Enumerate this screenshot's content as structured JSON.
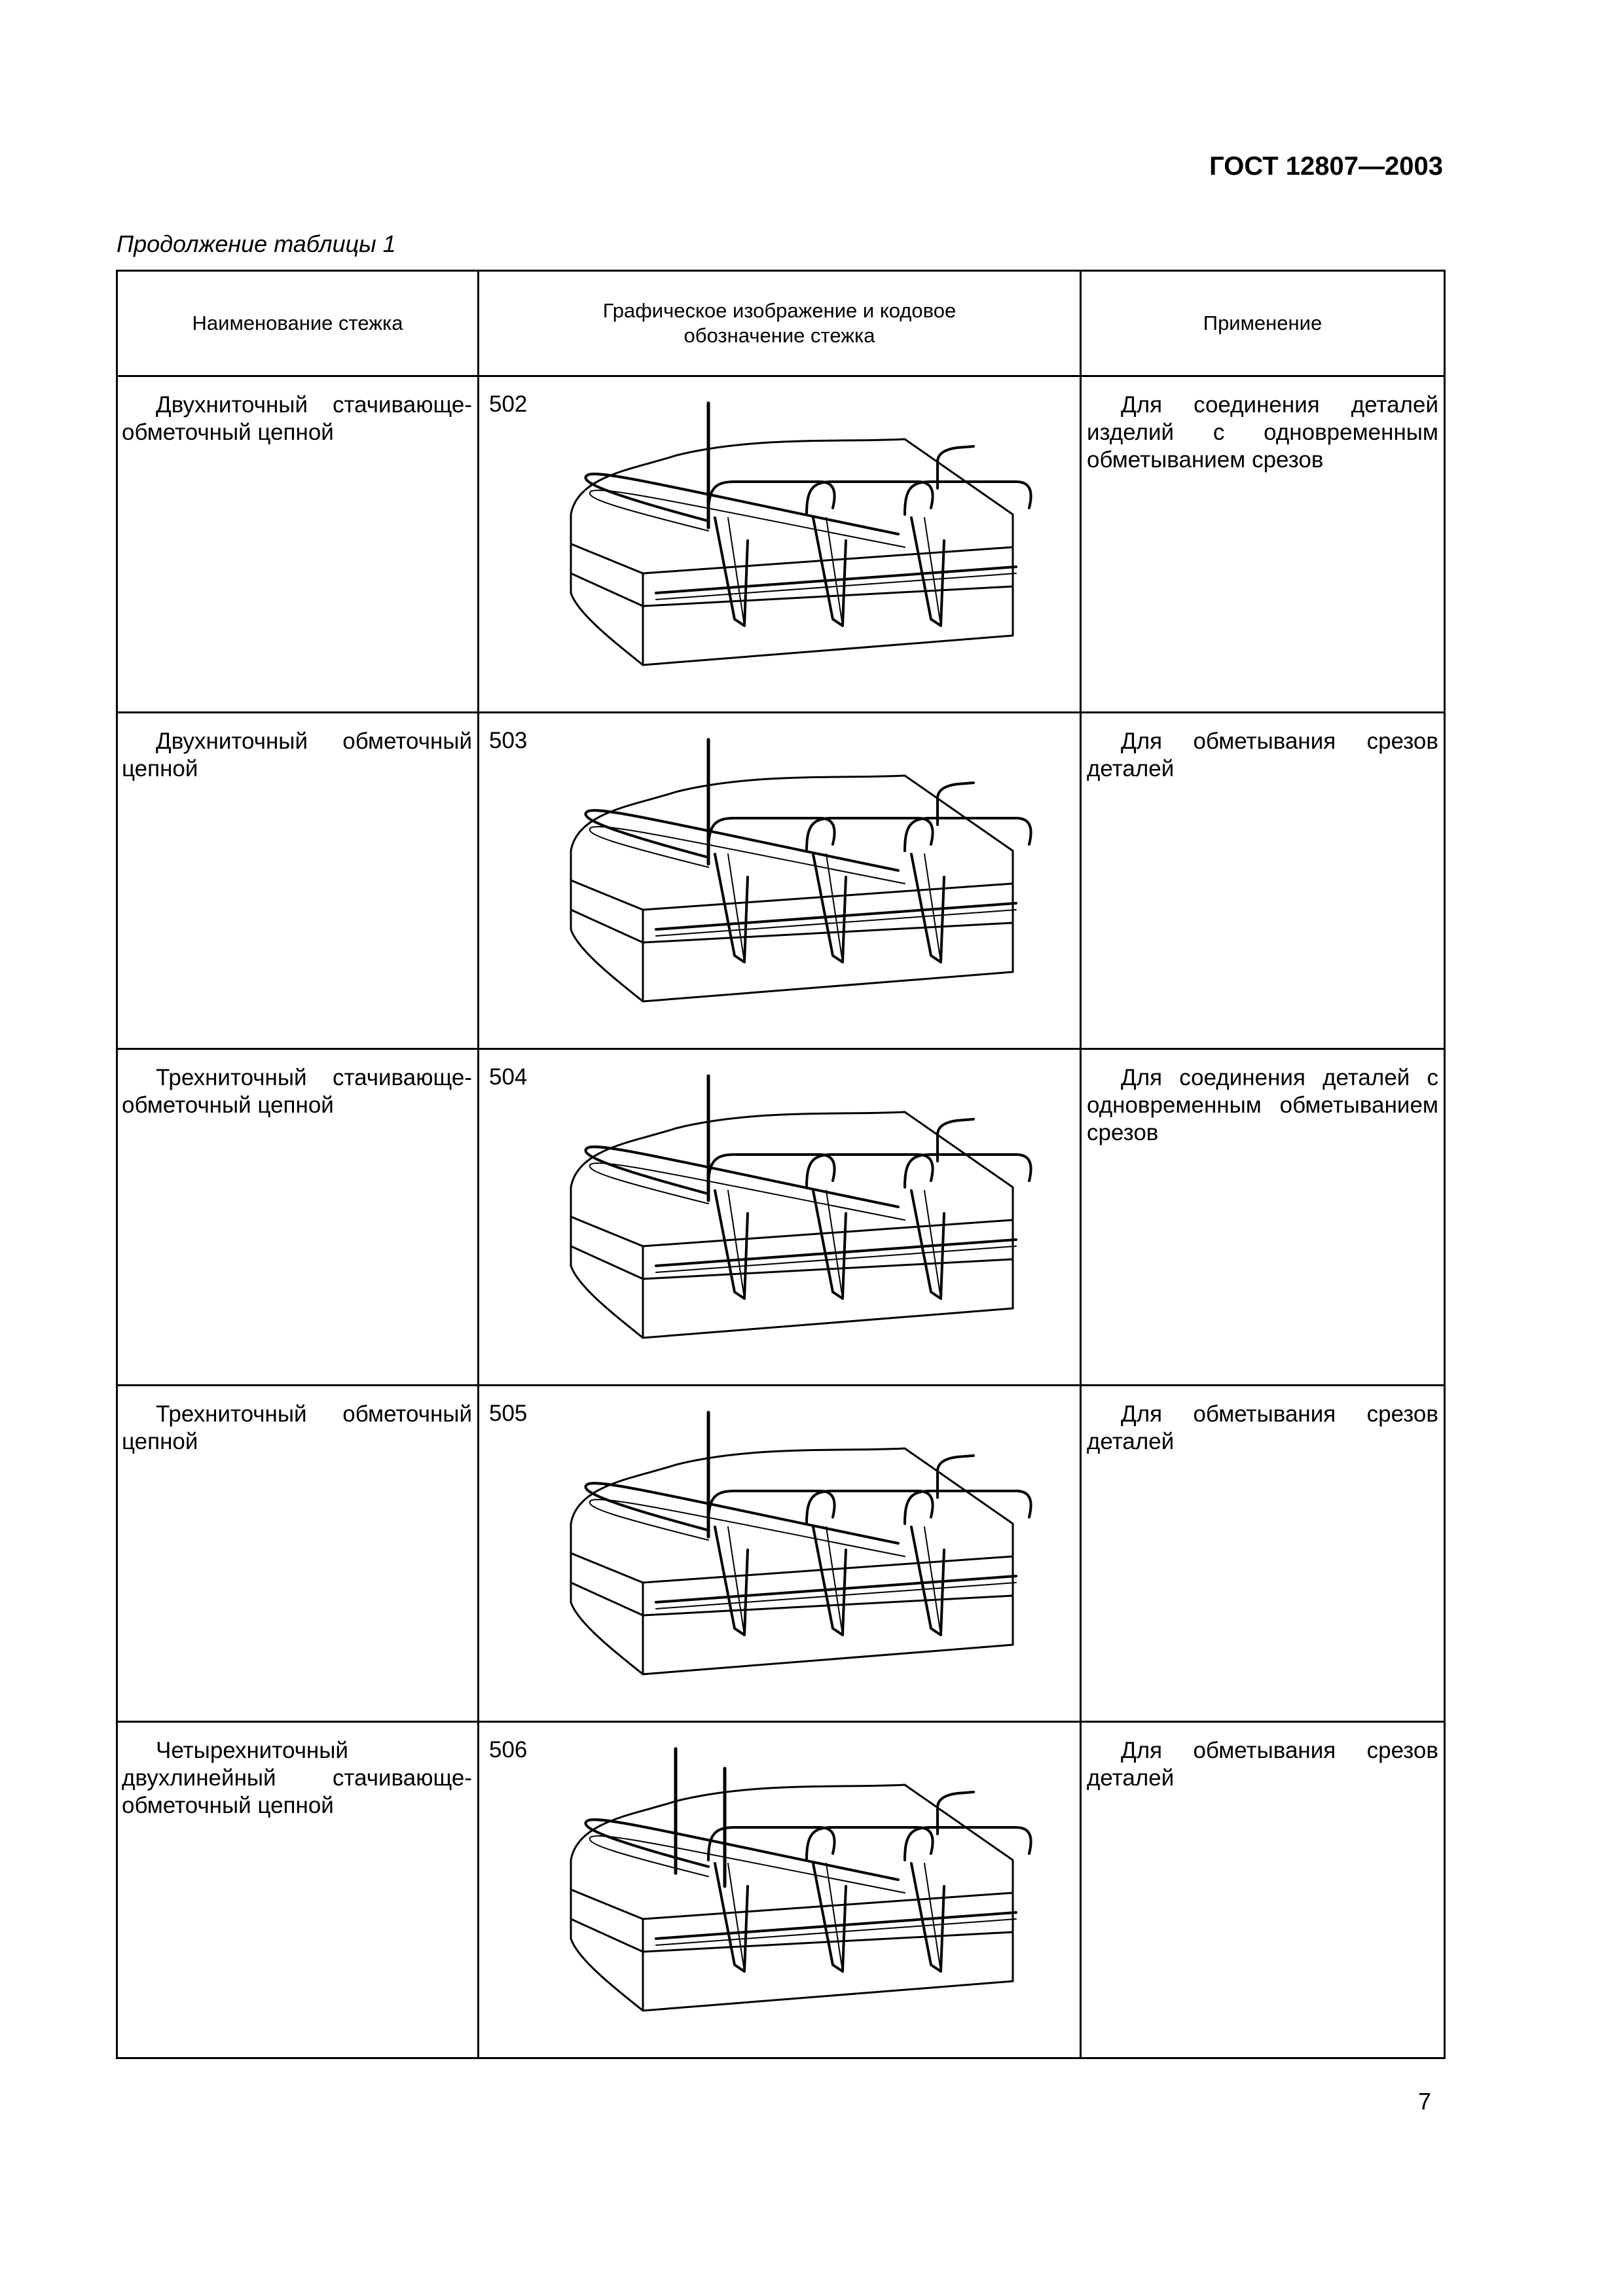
{
  "header": {
    "doc_code": "ГОСТ 12807—2003"
  },
  "caption": "Продолжение таблицы 1",
  "columns": {
    "name": "Наименование стежка",
    "figure": "Графическое изображение и кодовое обозначение стежка",
    "usage": "Применение"
  },
  "rows": [
    {
      "name": "Двухниточный стачивающе-обметочный цепной",
      "code": "502",
      "usage": "Для соединения деталей изделий с одновременным обметыванием срезов",
      "figure_icon": "stitch-502-diagram"
    },
    {
      "name": "Двухниточный обметочный цепной",
      "code": "503",
      "usage": "Для обметывания срезов деталей",
      "figure_icon": "stitch-503-diagram"
    },
    {
      "name": "Трехниточный стачивающе-обметочный цепной",
      "code": "504",
      "usage": "Для соединения деталей с одновременным обметыванием срезов",
      "figure_icon": "stitch-504-diagram"
    },
    {
      "name": "Трехниточный обметочный цепной",
      "code": "505",
      "usage": "Для обметывания срезов деталей",
      "figure_icon": "stitch-505-diagram"
    },
    {
      "name": "Четырехниточный двухлинейный стачивающе-обметочный цепной",
      "code": "506",
      "usage": "Для обметывания срезов деталей",
      "figure_icon": "stitch-506-diagram"
    }
  ],
  "footer": {
    "page_number": "7"
  }
}
